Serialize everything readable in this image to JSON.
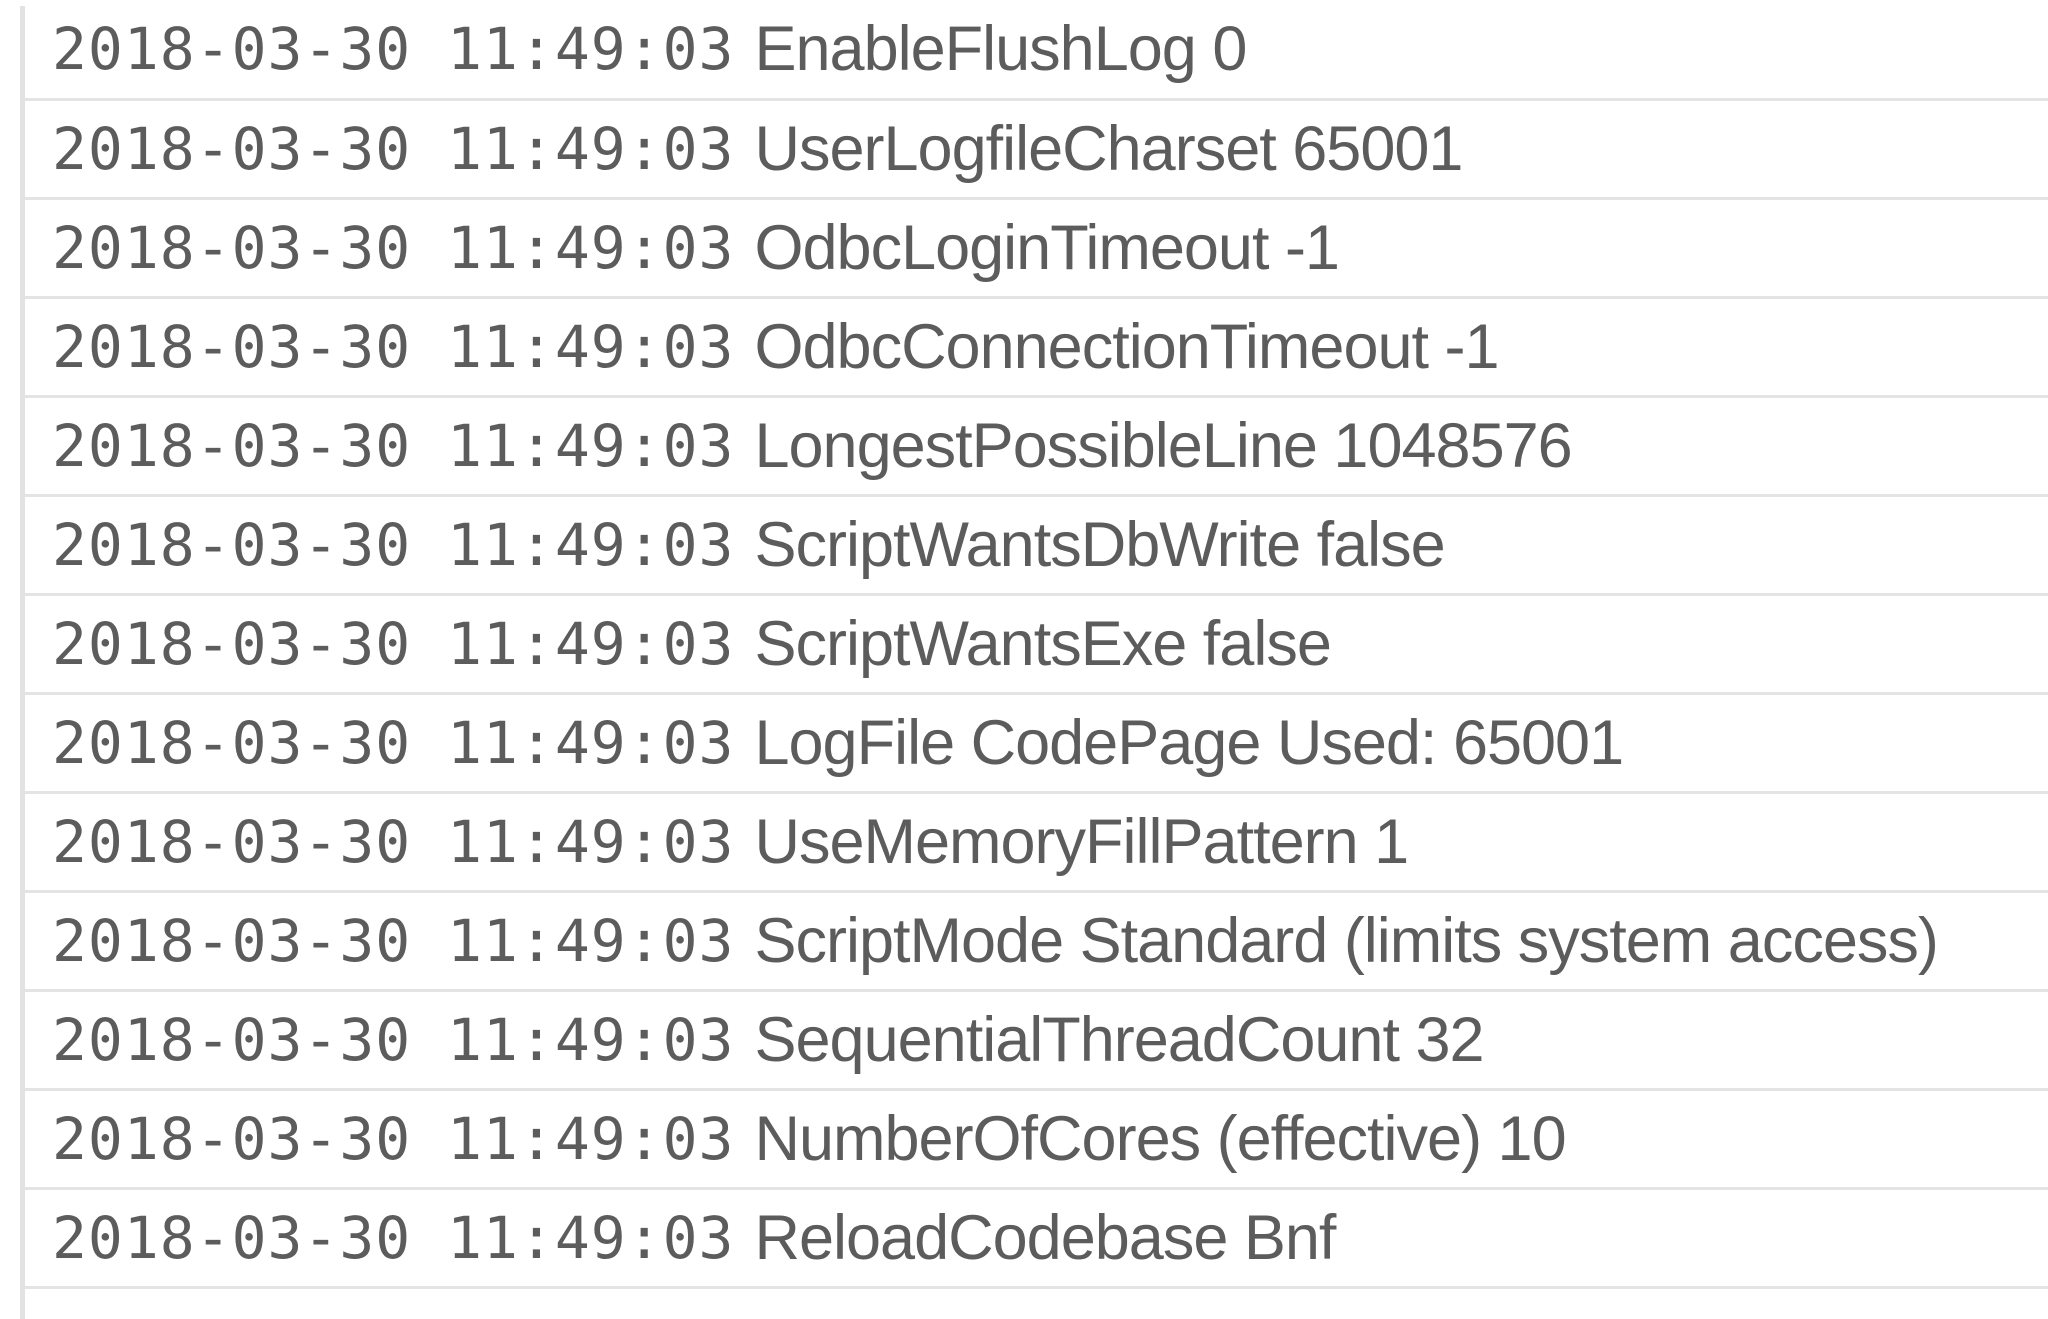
{
  "log": {
    "entries": [
      {
        "date": "2018-03-30",
        "time": "11:49:03",
        "message": "EnableFlushLog 0"
      },
      {
        "date": "2018-03-30",
        "time": "11:49:03",
        "message": "UserLogfileCharset 65001"
      },
      {
        "date": "2018-03-30",
        "time": "11:49:03",
        "message": "OdbcLoginTimeout -1"
      },
      {
        "date": "2018-03-30",
        "time": "11:49:03",
        "message": "OdbcConnectionTimeout -1"
      },
      {
        "date": "2018-03-30",
        "time": "11:49:03",
        "message": "LongestPossibleLine 1048576"
      },
      {
        "date": "2018-03-30",
        "time": "11:49:03",
        "message": "ScriptWantsDbWrite false"
      },
      {
        "date": "2018-03-30",
        "time": "11:49:03",
        "message": "ScriptWantsExe false"
      },
      {
        "date": "2018-03-30",
        "time": "11:49:03",
        "message": "LogFile CodePage Used: 65001"
      },
      {
        "date": "2018-03-30",
        "time": "11:49:03",
        "message": "UseMemoryFillPattern 1"
      },
      {
        "date": "2018-03-30",
        "time": "11:49:03",
        "message": "ScriptMode Standard (limits system access)"
      },
      {
        "date": "2018-03-30",
        "time": "11:49:03",
        "message": "SequentialThreadCount 32"
      },
      {
        "date": "2018-03-30",
        "time": "11:49:03",
        "message": "NumberOfCores (effective) 10"
      },
      {
        "date": "2018-03-30",
        "time": "11:49:03",
        "message": "ReloadCodebase Bnf"
      }
    ]
  }
}
